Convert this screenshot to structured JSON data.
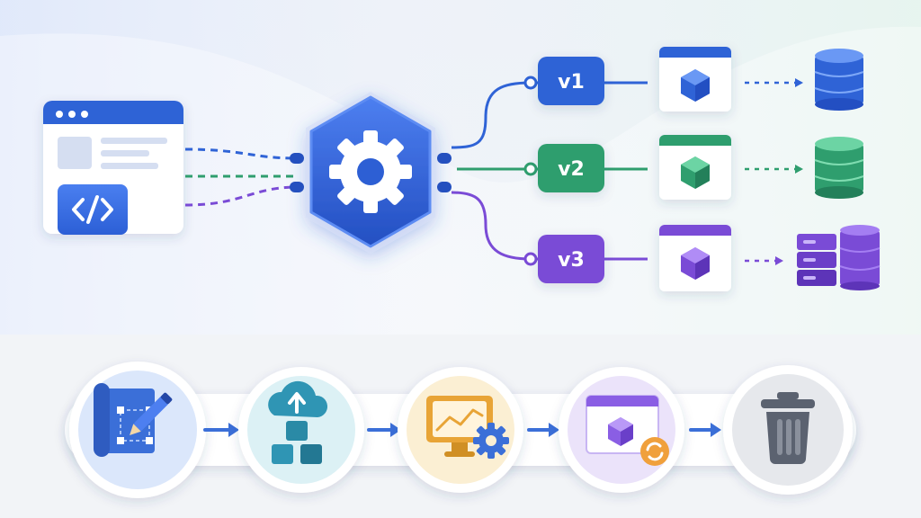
{
  "versions": [
    {
      "label": "v1",
      "color": "#2f63d6",
      "light": "#4f86ee",
      "storage": "database"
    },
    {
      "label": "v2",
      "color": "#2f9e6e",
      "light": "#52c08e",
      "storage": "database"
    },
    {
      "label": "v3",
      "color": "#7a4bd6",
      "light": "#9a6ff0",
      "storage": "server-rack"
    }
  ],
  "lifecycle": [
    {
      "stage": "design",
      "icon": "blueprint-pencil-icon",
      "bg": "#dbe7fb",
      "accent": "#3b6fd8"
    },
    {
      "stage": "deploy",
      "icon": "cloud-upload-blocks-icon",
      "bg": "#dcf1f5",
      "accent": "#2f95b4"
    },
    {
      "stage": "monitor",
      "icon": "monitor-chart-gear-icon",
      "bg": "#fbefd3",
      "accent": "#e8a436"
    },
    {
      "stage": "update",
      "icon": "window-cube-refresh-icon",
      "bg": "#ebe3fa",
      "accent": "#8a5ee4"
    },
    {
      "stage": "retire",
      "icon": "trash-icon",
      "bg": "#e6e8ec",
      "accent": "#5b6270"
    }
  ],
  "colors": {
    "blue": "#2f63d6",
    "green": "#2f9e6e",
    "purple": "#7a4bd6",
    "gateway": "#2d5fd4"
  }
}
